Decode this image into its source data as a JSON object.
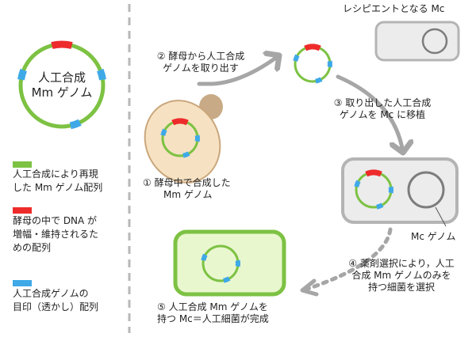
{
  "colors": {
    "green": "#7dc243",
    "red": "#ee2b2b",
    "blue": "#3fa9e8",
    "gray_arrow": "#a6a6a6",
    "divider": "#b8b8b8",
    "yeast_fill": "#f6e2c2",
    "yeast_stroke": "#caa77d",
    "bud_fill": "#c8ab86",
    "cell_gray_fill": "#ececec",
    "cell_gray_stroke": "#b4b4b4",
    "cell_green_fill": "#e9f7cf",
    "cell_green_stroke": "#7dc243"
  },
  "legend_genome": {
    "line1": "人工合成",
    "line2": "Mm ゲノム"
  },
  "legend_items": [
    {
      "color_key": "green",
      "lines": [
        "人工合成により再現",
        "した Mm ゲノム配列"
      ]
    },
    {
      "color_key": "red",
      "lines": [
        "酵母の中で DNA が",
        "増幅・維持されるた",
        "めの配列"
      ]
    },
    {
      "color_key": "blue",
      "lines": [
        "人工合成ゲノムの",
        "目印（透かし）配列"
      ]
    }
  ],
  "steps": {
    "recipient_label": "レシピエントとなる Mc",
    "step1": [
      "① 酵母中で合成した",
      "Mm ゲノム"
    ],
    "step2": [
      "② 酵母から人工合成",
      "ゲノムを取り出す"
    ],
    "step3": [
      "③ 取り出した人工合成",
      "ゲノムを Mc に移植"
    ],
    "mc_genome_label": "Mc ゲノム",
    "step4": [
      "④ 薬剤選択により，人工",
      "合成 Mm ゲノムのみを",
      "持つ細菌を選択"
    ],
    "step5": [
      "⑤ 人工合成 Mm ゲノムを",
      "持つ Mc＝人工細菌が完成"
    ]
  }
}
